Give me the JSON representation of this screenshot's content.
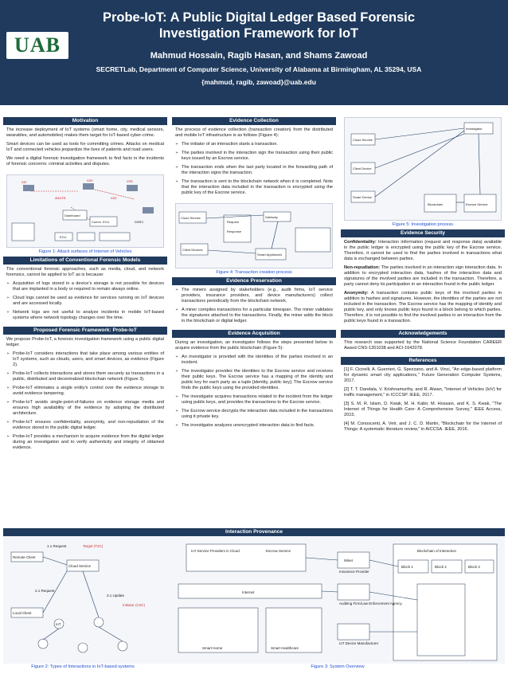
{
  "header": {
    "logo": "UAB",
    "title": "Probe-IoT: A Public Digital Ledger Based Forensic Investigation Framework for IoT",
    "authors": "Mahmud Hossain, Ragib Hasan, and Shams Zawoad",
    "affiliation": "SECRETLab, Department of Computer Science, University of Alabama at Birmingham, AL 35294, USA",
    "email": "{mahmud, ragib, zawoad}@uab.edu"
  },
  "motivation": {
    "heading": "Motivation",
    "p1": "The increase deployment of IoT systems (smart home, city, medical sensors, wearables, and automobiles) makes them target for IoT-based cyber-crime.",
    "p2": "Smart devices can be used as tools for committing crimes. Attacks on medical IoT and connected vehicles jeopardize the lives of patients and road users.",
    "p3": "We need a digital forensic investigation framework to find facts in the incidents of forensic concerns: criminal activities and disputes.",
    "caption": "Figure 1: Attack surfaces of Internet of Vehicles"
  },
  "limitations": {
    "heading": "Limitations of  Conventional Forensic Models",
    "intro": "The conventional forensic approaches, such as media, cloud, and network forensics, cannot be applied to IoT as is because:",
    "items": [
      "Acquisition of logs stored in a device's storage  is not possible for devices that are implanted in a body or required to remain always online.",
      "Cloud logs cannot be used as evidence for services running on IoT devices and are accessed locally.",
      "Network logs are not useful to analyze  incidents in mobile IoT-based systems where  network topology changes over the time."
    ]
  },
  "proposed": {
    "heading": "Proposed Forensic Framework: Probe-IoT",
    "intro": "We propose Probe-IoT,  a forensic investigation framework using a public digital ledger.",
    "items": [
      "Probe-IoT considers interactions that take place among various entities of IoT systems, such as clouds, users, and  smart devices, as evidence (Figure 2).",
      "Probe-IoT collects interactions and stores them   securely as transactions in a public, distributed and decentralized blockchain network (Figure 3).",
      "Probe-IoT eliminates a single entity's control over the evidence storage to avoid evidence tampering.",
      "Probe-IoT  avoids single-point-of-failures on evidence storage media and ensures high availability of the evidence by adopting the distributed architecture.",
      "Probe-IoT  ensures confidentiality, anonymity, and non-repudiation of the evidence stored in the public digital ledger.",
      "Probe-IoT provides a mechanism to acquire evidence from the digital ledger during an investigation and to verify authenticity and integrity of obtained evidence."
    ]
  },
  "collection": {
    "heading": "Evidence Collection",
    "intro": "The process of evidence collection (transaction creation) from the distributed and mobile IoT infrastructure is as follows (Figure 4):",
    "items": [
      "The initiator of an interaction starts a transaction.",
      "The parties involved in the interaction sign the transaction using their public keys issued by an Escrow service.",
      "The transaction ends when the last party located in the forwarding path of the interaction signs the transaction.",
      "The transaction is sent to the blockchain network when it is completed. Note that the interaction data included in the transaction is encrypted using the public key of the Escrow service."
    ],
    "caption": "Figure 4: Transaction creation process"
  },
  "preservation": {
    "heading": "Evidence  Preservation",
    "items": [
      "The miners assigned by stakeholders (e.g., audit firms, IoT service providers, insurance providers, and device manufacturers) collect transactions periodically from the blockchain network.",
      "A miner compiles transactions for a particular timespan. The miner validates the signatures attached to the transactions. Finally, the miner adds the block in the blockchain or digital ledger."
    ]
  },
  "acquisition": {
    "heading": "Evidence Acquisition",
    "intro": "During an investigation, an investigator follows the steps presented below to acquire evidence from the public blockchain (Figure 5):",
    "items": [
      "An investigator is provided with the identities of the parties involved in an incident.",
      "The investigator provides the identities to the Escrow service and receives their public keys. The Escrow service has a mapping of the identity and public key for each party as a tuple [identity, public key]. The Escrow service finds the public keys using the provided identities.",
      "The investigator acquires transactions related to the incident from the ledger using public keys, and provides the transactions to the Escrow service.",
      "The Escrow service decrypts the interaction data included in the transactions using it private key.",
      "The investigator analyzes unencrypted interaction data to find facts."
    ]
  },
  "fig5_caption": "Figure 5: Investigation process",
  "security": {
    "heading": "Evidence Security",
    "p1_label": "Confidentiality:",
    "p1": "Interaction information (request and response data) available in the public ledger is encrypted using the public key of the Escrow service. Therefore, it cannot be used to find the parties involved in transactions what data is exchanged between parties.",
    "p2_label": "Non-repudiation:",
    "p2": "The parties involved in an interaction sign interaction data. In addition to encrypted interaction data, hashes of the interaction data and signatures of the involved parties are included in the transaction. Therefore, a party cannot deny its participation in an interaction found in the public ledger.",
    "p3_label": "Anonymity:",
    "p3": "A transaction contains public keys of the involved parties in addition to hashes and signatures. However, the identities of the parties are not included in the transaction. The Escrow service has the mapping of identity and public key, and only knows public keys found in a block belong to which parties. Therefore, it is not possible to find the involved parties in an interaction from the public keys found in a transaction."
  },
  "ack": {
    "heading": "Acknowledgements",
    "text": "This research was supported by the National Science Foundation CAREER Award CNS-1351038 and ACI-1642078."
  },
  "refs": {
    "heading": "References",
    "items": [
      "[1] F. Cicirelli, A. Guerrieri, G. Spezzano, and A. Vinci, \"An edge-based platform for dynamic smart city applications,\" Future Generation Computer Systems, 2017.",
      "[2] T. T. Dandala, V. Krishnamurthy, and R. Alwan, \"Internet of Vehicles (IoV) for traffic management,\" in ICCCSP. IEEE, 2017.",
      "[3] S. M. R. Islam, D. Kwak, M. H. Kabir, M. Hossain, and K. S. Kwak, \"The Internet of Things for Health Care: A Comprehensive Survey,\" IEEE Access, 2015.",
      "[4] M. Conoscenti, A. Vetr, and J. C. D. Martin, \"Blockchain for the Internet of Things: A systematic literature review,\" in AICCSA. IEEE, 2016."
    ]
  },
  "interaction": {
    "heading": "Interaction Provenance",
    "fig2_caption": "Figure 2: Types of Interactions in IoT-based systems",
    "fig3_caption": "Figure 3:  System Overview",
    "fig2_labels": [
      "Remote Client",
      "Cloud Service",
      "Local Client",
      "IoT",
      "1.1 Request",
      "2.1 Request",
      "3.1 Update",
      "Target (T2C)",
      "Initiator (C2C)"
    ],
    "fig3_labels": [
      "IoT Service Providers in Cloud",
      "Escrow Service",
      "Internet",
      "Smart Home",
      "Smart Healthcare",
      "Blockchain of Interaction",
      "Miner",
      "Insurance Provider",
      "Auditing Firm/Law Enforcement Agency",
      "IoT Device Manufacturer",
      "Block 1",
      "Block 2",
      "Block 3"
    ]
  },
  "fig1_labels": [
    "V2I",
    "V2V",
    "V2S",
    "4G/LTE",
    "V2C",
    "Dashboard",
    "Comm. ECU",
    "ECU",
    "DSRC"
  ],
  "fig4_labels": [
    "Cloud Service",
    "Gateway",
    "Smart Appliances",
    "Client Devices",
    "Request",
    "Response"
  ],
  "fig5_labels": [
    "Investigator",
    "Cloud Service",
    "Client Device",
    "Smart Device",
    "Blockchain",
    "Escrow Service"
  ]
}
